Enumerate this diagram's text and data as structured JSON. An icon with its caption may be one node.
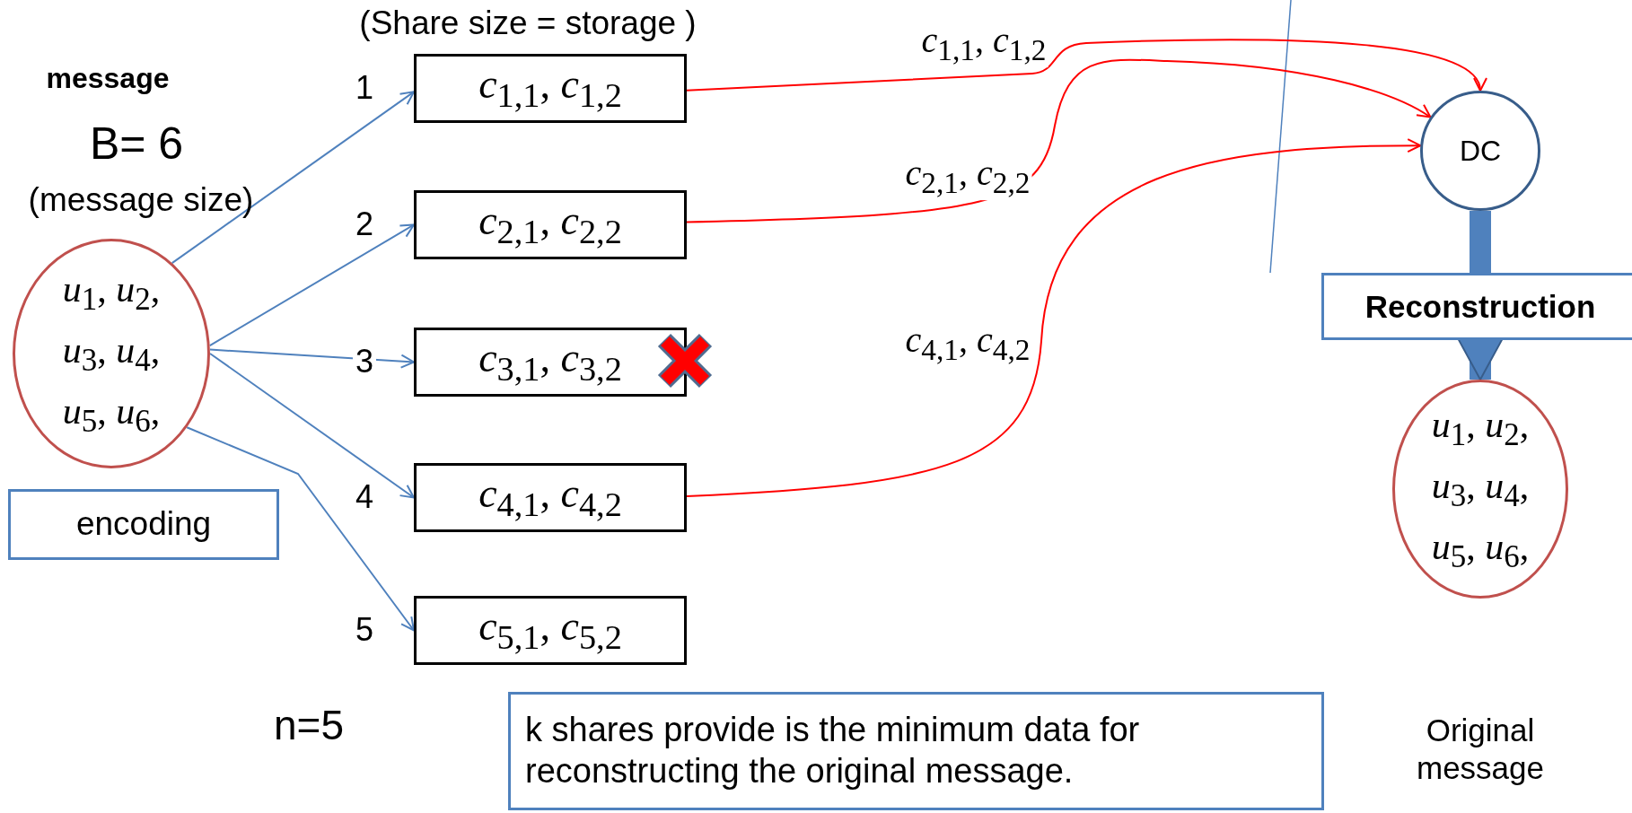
{
  "diagram": {
    "nodes": [
      {
        "text": [
          "*u*$_{1}$, *u*$_{2}$,",
          "*u*$_{3}$, *u*$_{4}$,",
          "*u*$_{5}$, *u*$_{6}$,"
        ]
      },
      {
        "text": [
          "encoding"
        ]
      },
      {
        "text": [
          "*c*$_{1,1}$, *c*$_{1,2}$"
        ],
        "beside": [
          "1"
        ]
      },
      {
        "text": [
          "*c*$_{2,1}$, *c*$_{2,2}$"
        ],
        "beside": [
          "2"
        ]
      },
      {
        "text": [
          "*c*$_{3,1}$, *c*$_{3,2}$"
        ],
        "beside": [
          "3"
        ]
      },
      {
        "text": [
          "*c*$_{4,1}$, *c*$_{4,2}$"
        ],
        "beside": [
          "4"
        ]
      },
      {
        "text": [
          "*c*$_{5,1}$, *c*$_{5,2}$"
        ],
        "beside": [
          "5"
        ]
      },
      {
        "text": [
          "DC"
        ]
      },
      {
        "text": [
          "Reconstruction"
        ]
      },
      {
        "text": [
          "*u*$_{1}$, *u*$_{2}$,",
          "*u*$_{3}$, *u*$_{4}$,",
          "*u*$_{5}$, *u*$_{6}$,"
        ],
        "beside": [
          "Original message"
        ]
      },
      {
        "text": [
          "k shares provide is the minimum data for reconstructing the original message."
        ]
      }
    ],
    "edges": [
      {
        "from": 0,
        "to": 2,
        "arrow": "to"
      },
      {
        "from": 0,
        "to": 3,
        "arrow": "to"
      },
      {
        "from": 0,
        "to": 4,
        "arrow": "to"
      },
      {
        "from": 0,
        "to": 5,
        "arrow": "to"
      },
      {
        "from": 0,
        "to": 6,
        "arrow": "to"
      },
      {
        "from": 2,
        "to": 7,
        "arrow": "to",
        "label": "*c*$_{1,1}$, *c*$_{1,2}$",
        "color": "#ff0000"
      },
      {
        "from": 3,
        "to": 7,
        "arrow": "to",
        "label": "*c*$_{2,1}$, *c*$_{2,2}$",
        "color": "#ff0000"
      },
      {
        "from": 5,
        "to": 7,
        "arrow": "to",
        "label": "*c*$_{4,1}$, *c*$_{4,2}$",
        "color": "#ff0000"
      },
      {
        "from": 7,
        "to": 8,
        "arrow": "none",
        "style": "thick"
      },
      {
        "from": 8,
        "to": 9,
        "arrow": "to",
        "style": "thick"
      }
    ],
    "labels": [
      "message",
      "B= 6",
      "(message size)",
      "(Share size = storage )",
      "n=5"
    ]
  }
}
